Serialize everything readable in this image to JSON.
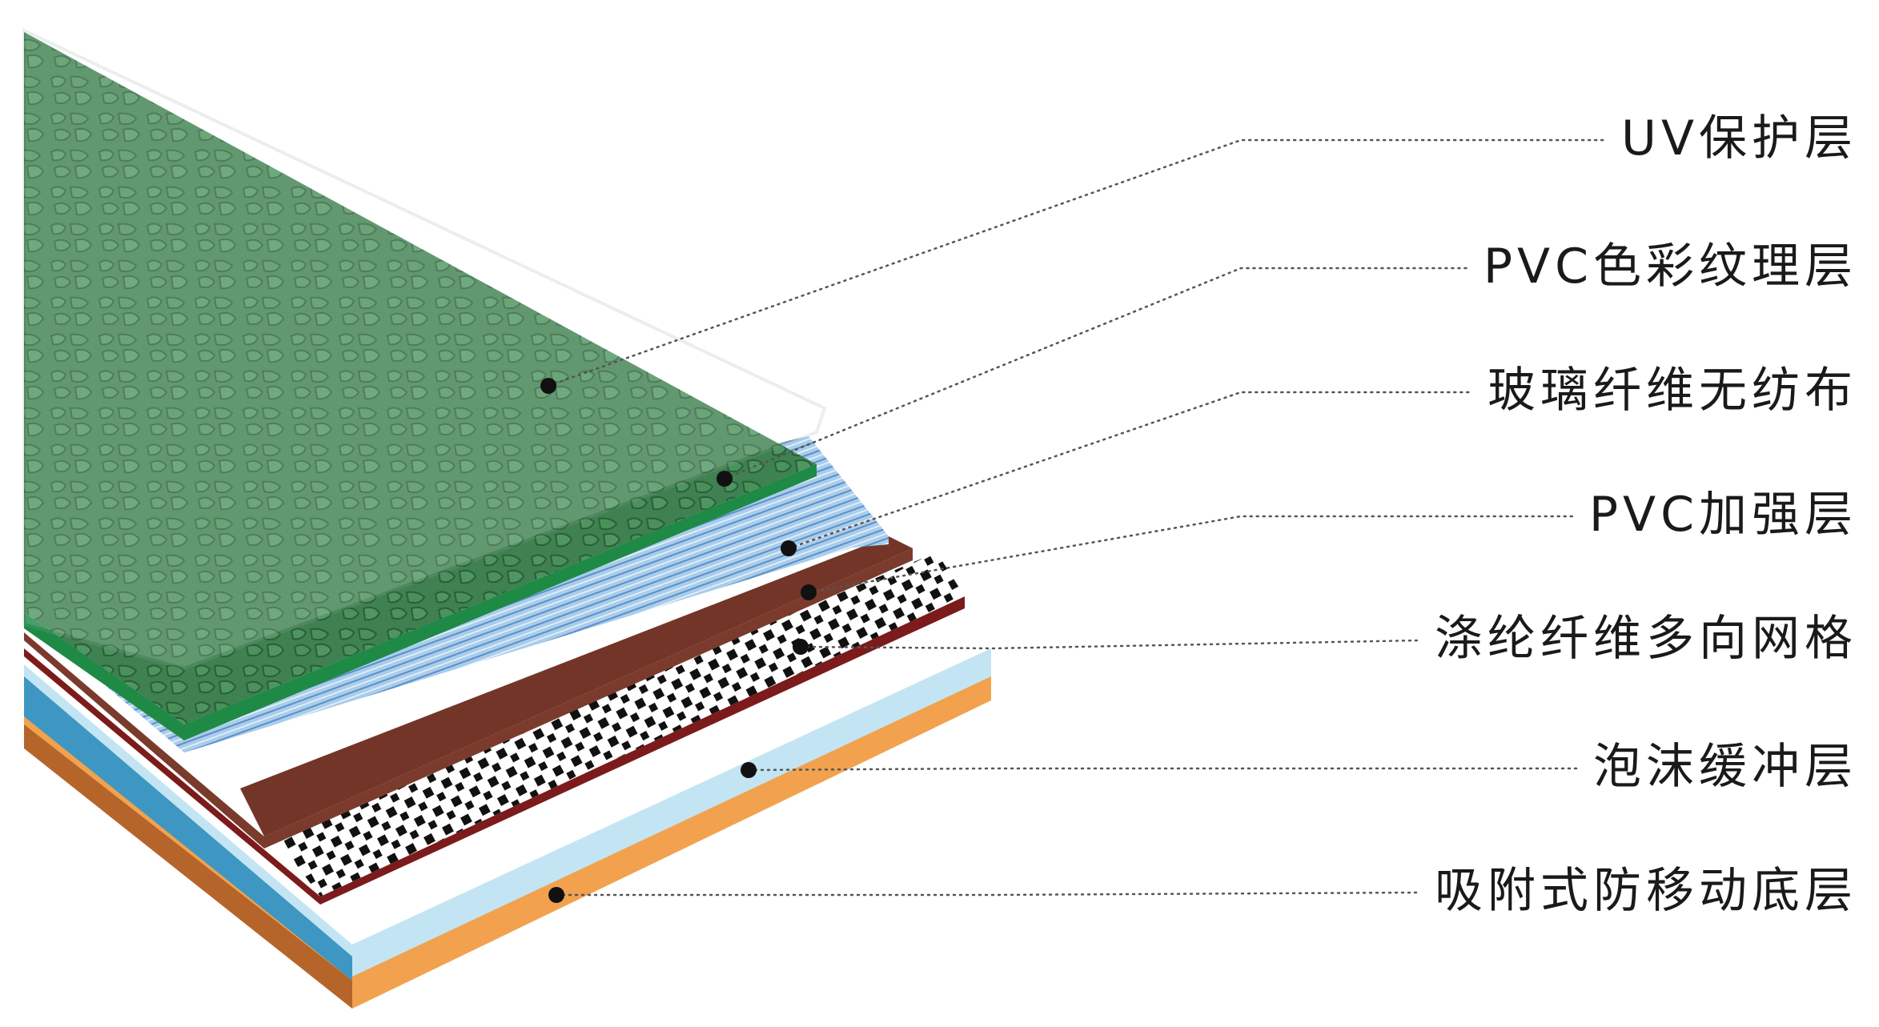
{
  "layers": [
    {
      "label": "UV保护层",
      "color": "#c9cfcd"
    },
    {
      "label": "PVC色彩纹理层",
      "color": "#2e7c46"
    },
    {
      "label": "玻璃纤维无纺布",
      "color": "#9fc6e6"
    },
    {
      "label": "PVC加强层",
      "color": "#7a3b2c"
    },
    {
      "label": "涤纶纤维多向网格",
      "color": "#111111"
    },
    {
      "label": "泡沫缓冲层",
      "color": "#bfe3f1"
    },
    {
      "label": "吸附式防移动底层",
      "color": "#f3a34d"
    }
  ]
}
